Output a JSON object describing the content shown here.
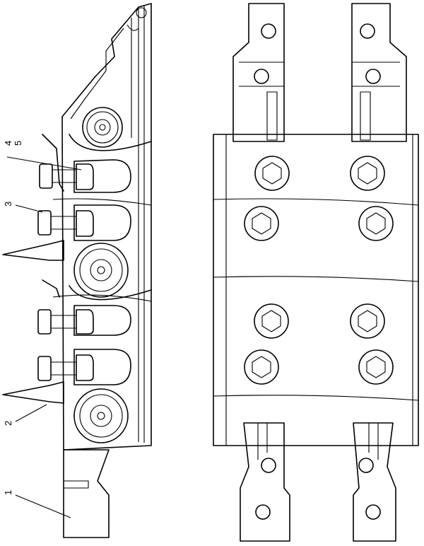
{
  "callouts": [
    "1",
    "2",
    "3",
    "4",
    "5"
  ],
  "colors": {
    "line": "#000000",
    "background": "#ffffff"
  }
}
